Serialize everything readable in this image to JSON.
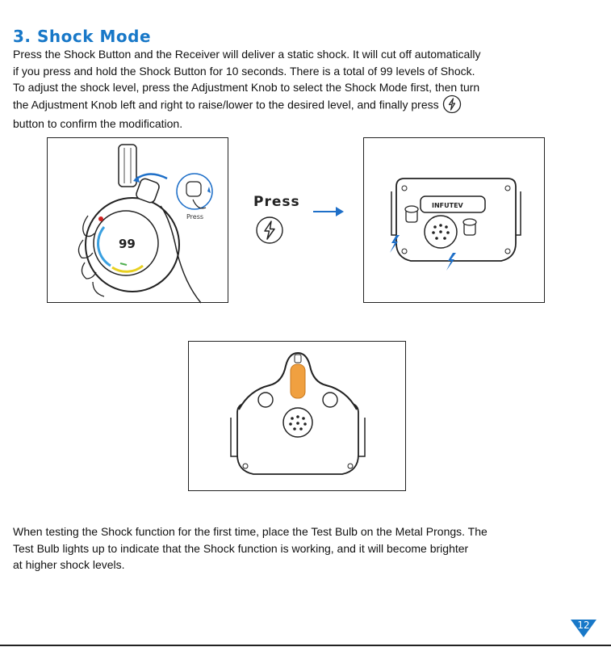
{
  "section": {
    "title": "3. Shock Mode"
  },
  "intro": {
    "lines": [
      "Press the Shock Button and the Receiver will deliver a static shock. It will cut off automatically",
      "if you press and hold the Shock Button for 10 seconds. There is a total of 99 levels of Shock.",
      "To adjust the shock level, press the Adjustment Knob to select the Shock Mode first, then turn",
      "the Adjustment Knob left and right to raise/lower to the desired level, and finally press",
      "button to confirm the modification."
    ]
  },
  "figure1": {
    "press_caption": "Press",
    "display_value": "99"
  },
  "center": {
    "press_label": "Press"
  },
  "figure2": {
    "brand": "INFUTEV"
  },
  "test_note": {
    "lines": [
      "When testing the Shock function for the first time, place the Test Bulb on the Metal Prongs. The",
      "Test Bulb lights up to indicate that the Shock function is working, and it will become brighter",
      "at higher shock levels."
    ]
  },
  "page": {
    "number": "12"
  },
  "icons": {
    "shock": "lightning-bolt-icon",
    "arrow": "arrow-right-icon"
  },
  "colors": {
    "accent": "#1878c8",
    "bulb": "#f0a040",
    "bolt": "#1e6fc8"
  }
}
